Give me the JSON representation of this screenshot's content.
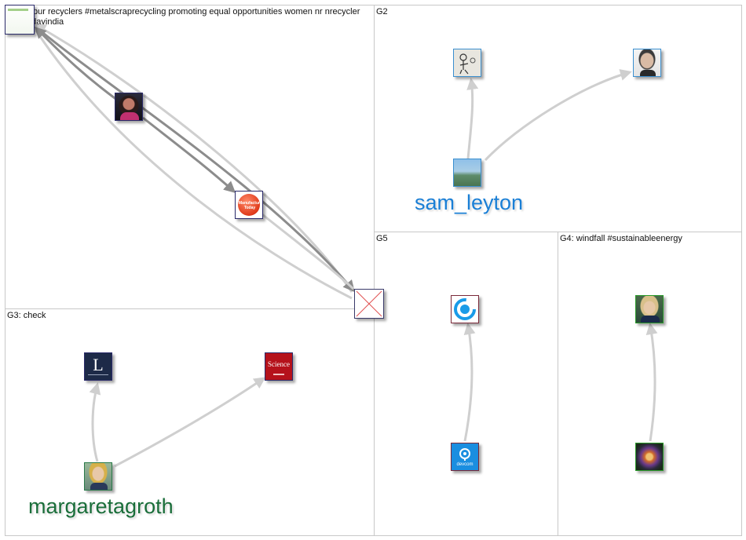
{
  "groups": [
    {
      "id": "G1",
      "label": "G1: nupur recyclers #metalscraprecycling promoting equal opportunities women nr nrecycler mfrgtodayindia"
    },
    {
      "id": "G2",
      "label": "G2"
    },
    {
      "id": "G3",
      "label": "G3: check"
    },
    {
      "id": "G5",
      "label": "G5"
    },
    {
      "id": "G4",
      "label": "G4: windfall #sustainableenergy"
    }
  ],
  "node_labels": {
    "sam_leyton": "sam_leyton",
    "margaretagroth": "margaretagroth",
    "science": "Science",
    "devcom": "devcom",
    "library_letter": "L",
    "manufacturing_today": "Manufacturing Today"
  },
  "colors": {
    "edge_light": "#cfcfcf",
    "edge_dark": "#8c8c8c",
    "sam_leyton_label": "#1a7fd6",
    "margaretagroth_label": "#1a6e3a",
    "node_border_blue": "#3a8fd0",
    "node_border_green": "#2a9a2a"
  },
  "icons": {
    "broken_image": "broken-image-icon"
  }
}
